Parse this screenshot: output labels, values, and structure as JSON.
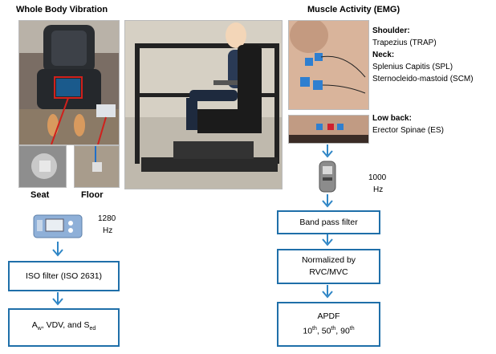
{
  "left": {
    "title": "Whole Body Vibration",
    "seat_label": "Seat",
    "floor_label": "Floor",
    "sampling_value": "1280",
    "sampling_unit": "Hz",
    "filter_box": "ISO filter (ISO 2631)",
    "output_box": {
      "a": "A",
      "a_sub": "w",
      "mid": ", VDV, and S",
      "s_sub": "ed"
    }
  },
  "right": {
    "title": "Muscle Activity (EMG)",
    "shoulder_heading": "Shoulder:",
    "shoulder_item": "Trapezius (TRAP)",
    "neck_heading": "Neck:",
    "neck_items": [
      "Splenius Capitis (SPL)",
      "Sternocleido-mastoid (SCM)"
    ],
    "lowback_heading": "Low back:",
    "lowback_item": "Erector Spinae (ES)",
    "sampling_value": "1000",
    "sampling_unit": "Hz",
    "band_pass_box": "Band pass filter",
    "normalized_box": [
      "Normalized by",
      "RVC/MVC"
    ],
    "apdf_box": {
      "title": "APDF",
      "p1": "10",
      "p2": "50",
      "p3": "90",
      "sup": "th"
    }
  },
  "colors": {
    "flow_border": "#1f6fa9",
    "arrow": "#2f86c6"
  }
}
